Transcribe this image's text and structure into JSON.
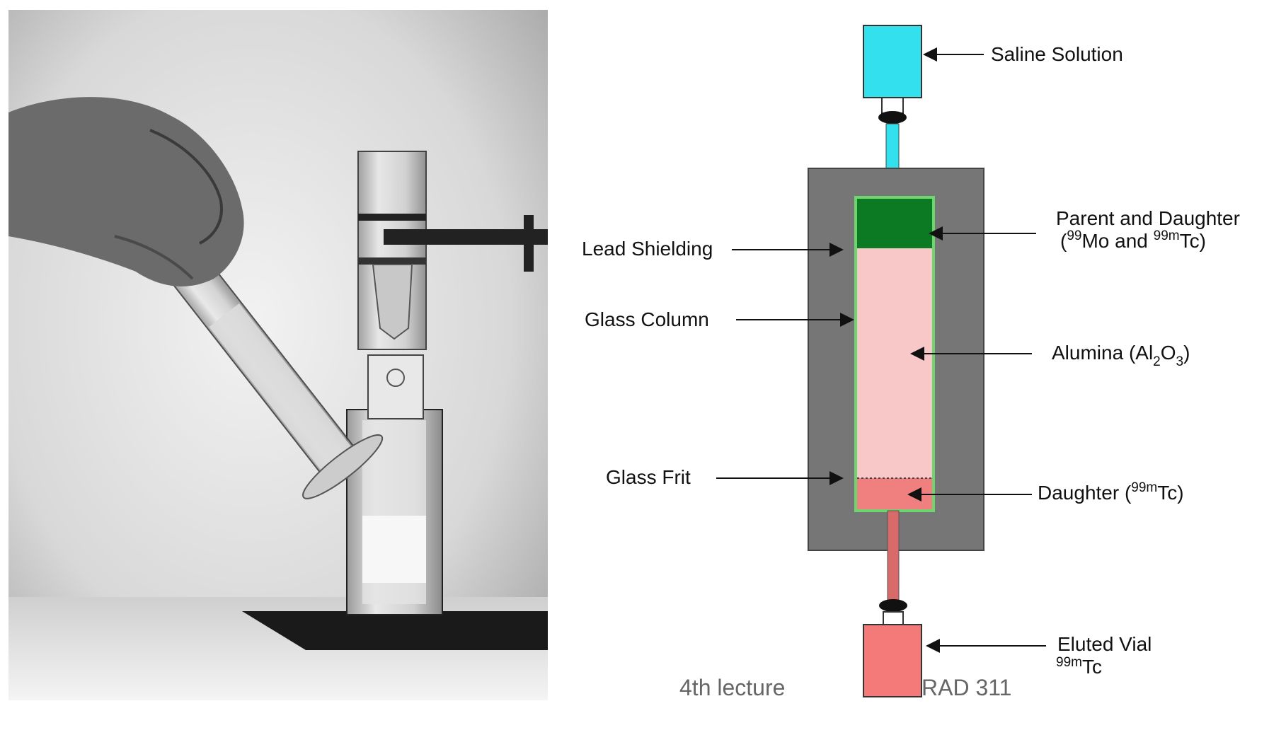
{
  "photo": {
    "icon": "generator-photo-icon",
    "description_visible": false
  },
  "diagram": {
    "labels": {
      "saline": "Saline Solution",
      "lead": "Lead Shielding",
      "column": "Glass Column",
      "frit": "Glass Frit",
      "parent_line1": "Parent and Daughter",
      "parent_open": "(",
      "parent_sup1": "99",
      "parent_mid": "Mo and ",
      "parent_sup2": "99m",
      "parent_end": "Tc)",
      "alumina_pre": "Alumina (Al",
      "alumina_sub1": "2",
      "alumina_mid": "O",
      "alumina_sub2": "3",
      "alumina_end": ")",
      "daughter_pre": "Daughter (",
      "daughter_sup": "99m",
      "daughter_end": "Tc)",
      "eluted_line1": "Eluted Vial",
      "eluted_sup": "99m",
      "eluted_tc": "Tc"
    },
    "footer": {
      "left": "4th lecture",
      "right": "RAD 311"
    },
    "colors": {
      "saline": "#33e0ee",
      "lead": "#767676",
      "parent": "#0c7a22",
      "alumina": "#f8c8c8",
      "daughter": "#f08080",
      "column_border": "#6fd66f",
      "eluted_vial": "#f47a7a",
      "tube_out": "#d86a6a",
      "cap": "#111111"
    }
  }
}
